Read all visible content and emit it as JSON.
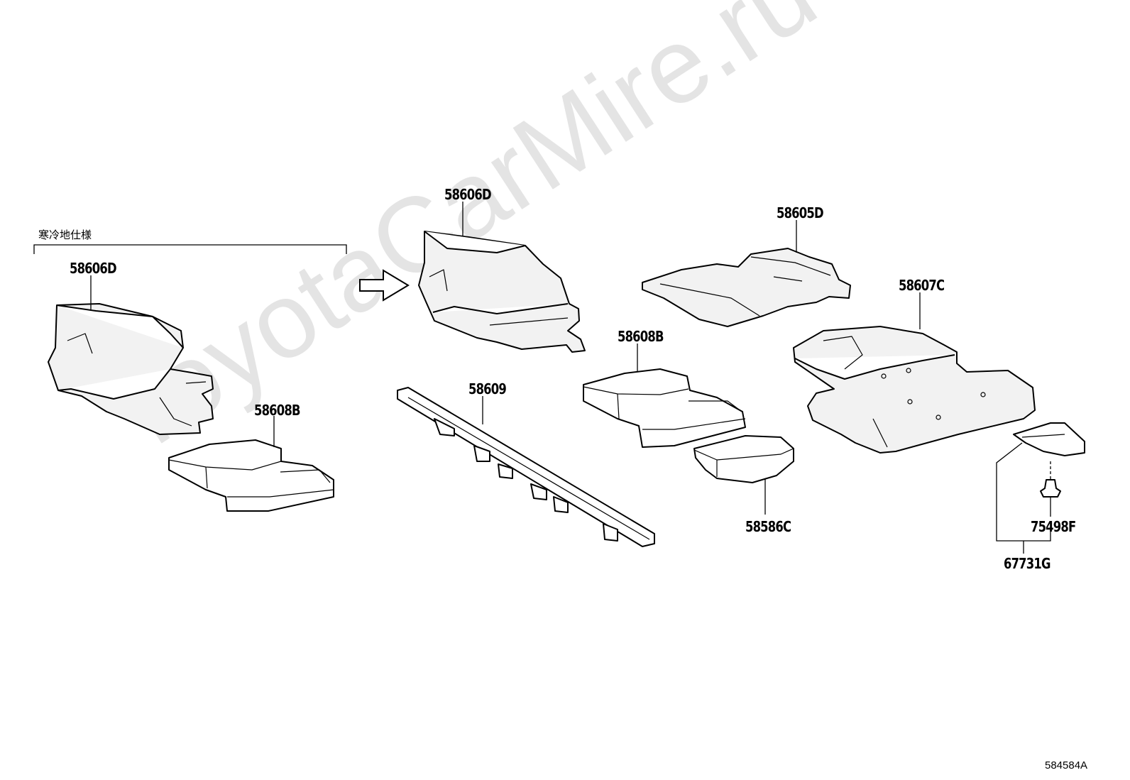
{
  "watermark": "ToyotaCarMire.ru",
  "group_label": "寒冷地仕様",
  "diagram_code": "584584A",
  "callouts": {
    "left_58606D": "58606D",
    "left_58608B": "58608B",
    "main_58606D": "58606D",
    "main_58609": "58609",
    "main_58608B": "58608B",
    "main_58605D": "58605D",
    "main_58586C": "58586C",
    "main_58607C": "58607C",
    "main_75498F": "75498F",
    "main_67731G": "67731G"
  },
  "icons": {
    "arrow": "right-arrow-icon"
  }
}
